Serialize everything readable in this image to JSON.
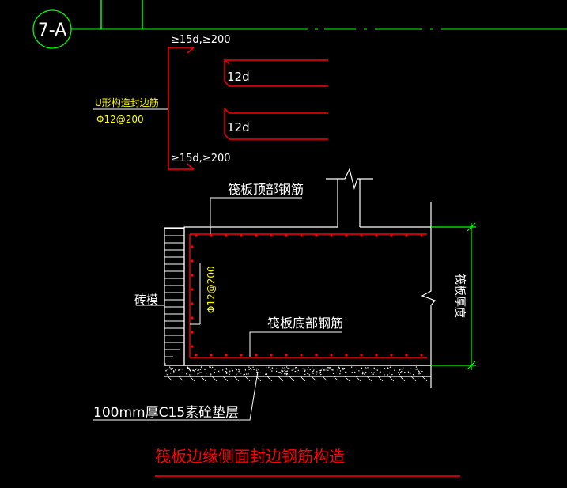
{
  "axis_bubble": "7-A",
  "u_bar": {
    "top_lap": "≥15d,≥200",
    "bottom_lap": "≥15d,≥200",
    "name": "U形构造封边筋",
    "spec": "Φ12@200"
  },
  "hook_upper": "12d",
  "hook_lower": "12d",
  "label_top_rebar": "筏板顶部钢筋",
  "label_bottom_rebar": "筏板底部钢筋",
  "label_brick_form": "砖模",
  "label_side_bar_spec": "Φ12@200",
  "label_thickness": "筏板厚度",
  "label_cushion": "100mm厚C15素砼垫层",
  "drawing_title": "筏板边缘侧面封边钢筋构造",
  "colors": {
    "background": "#000000",
    "green": "#00ff00",
    "red": "#ff0000",
    "white": "#ffffff",
    "yellow": "#ffff00"
  }
}
